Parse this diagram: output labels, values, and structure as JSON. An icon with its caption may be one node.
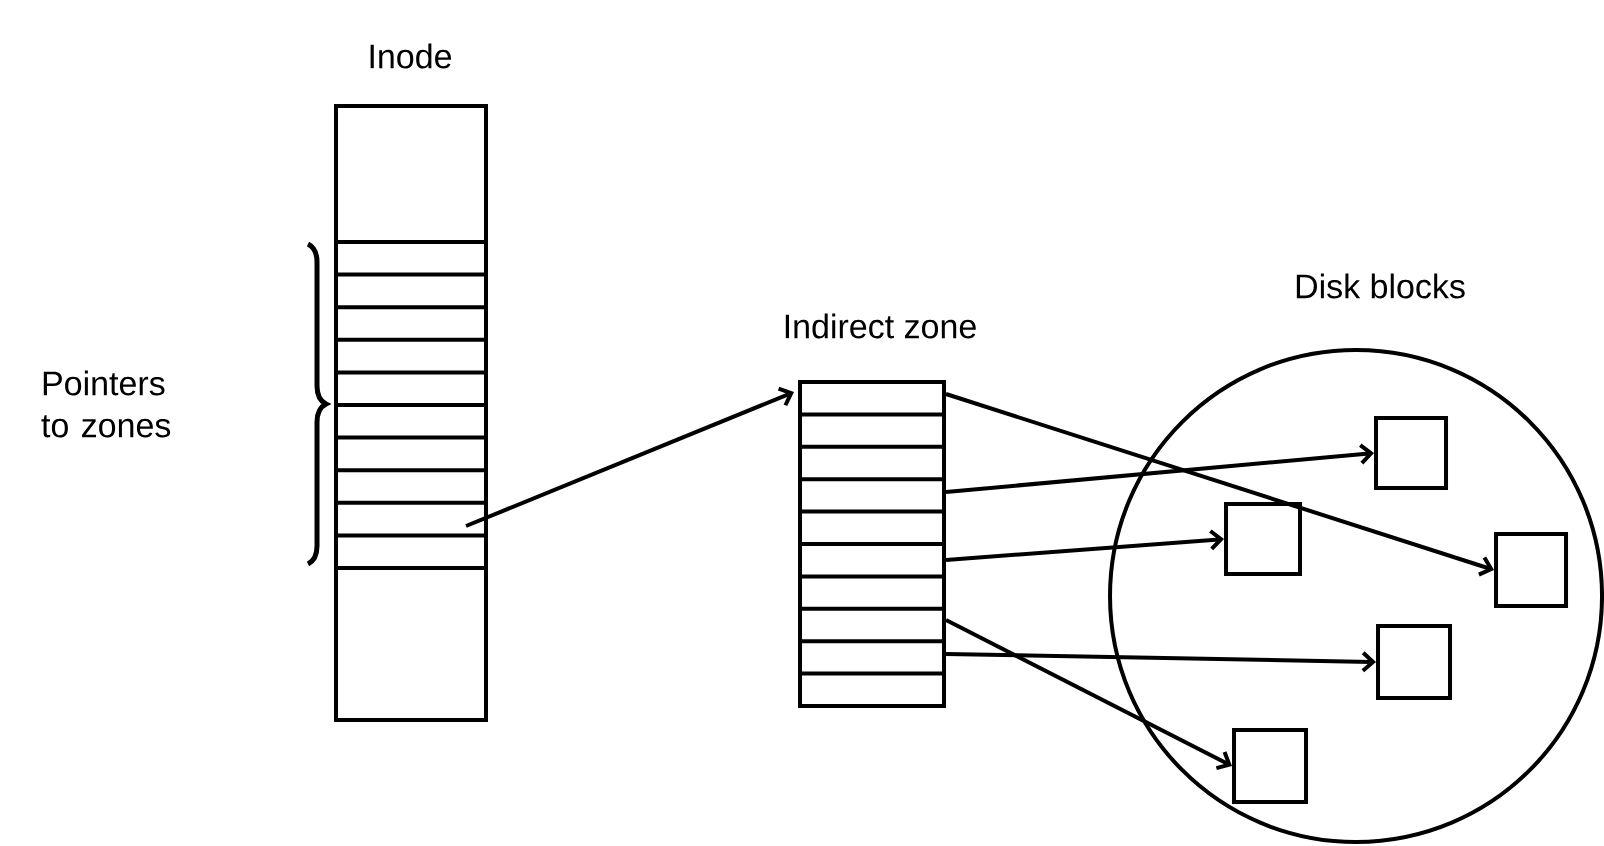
{
  "diagram": {
    "nodes": [
      {
        "text": [
          "Inode"
        ]
      },
      {
        "text": [
          "Indirect zone"
        ]
      },
      {
        "text": [
          "Disk blocks"
        ]
      },
      {
        "text": [],
        "shape": "box",
        "in": 2
      },
      {
        "text": [],
        "shape": "box",
        "in": 2
      },
      {
        "text": [],
        "shape": "box",
        "in": 2
      },
      {
        "text": [],
        "shape": "box",
        "in": 2
      },
      {
        "text": [],
        "shape": "box",
        "in": 2
      }
    ],
    "edges": [
      {
        "from": 0,
        "to": 1,
        "arrow": "to"
      },
      {
        "from": 1,
        "to": 5,
        "arrow": "to"
      },
      {
        "from": 1,
        "to": 3,
        "arrow": "to"
      },
      {
        "from": 1,
        "to": 4,
        "arrow": "to"
      },
      {
        "from": 1,
        "to": 7,
        "arrow": "to"
      },
      {
        "from": 1,
        "to": 6,
        "arrow": "to"
      }
    ],
    "labels": [
      "Pointers to zones"
    ]
  }
}
